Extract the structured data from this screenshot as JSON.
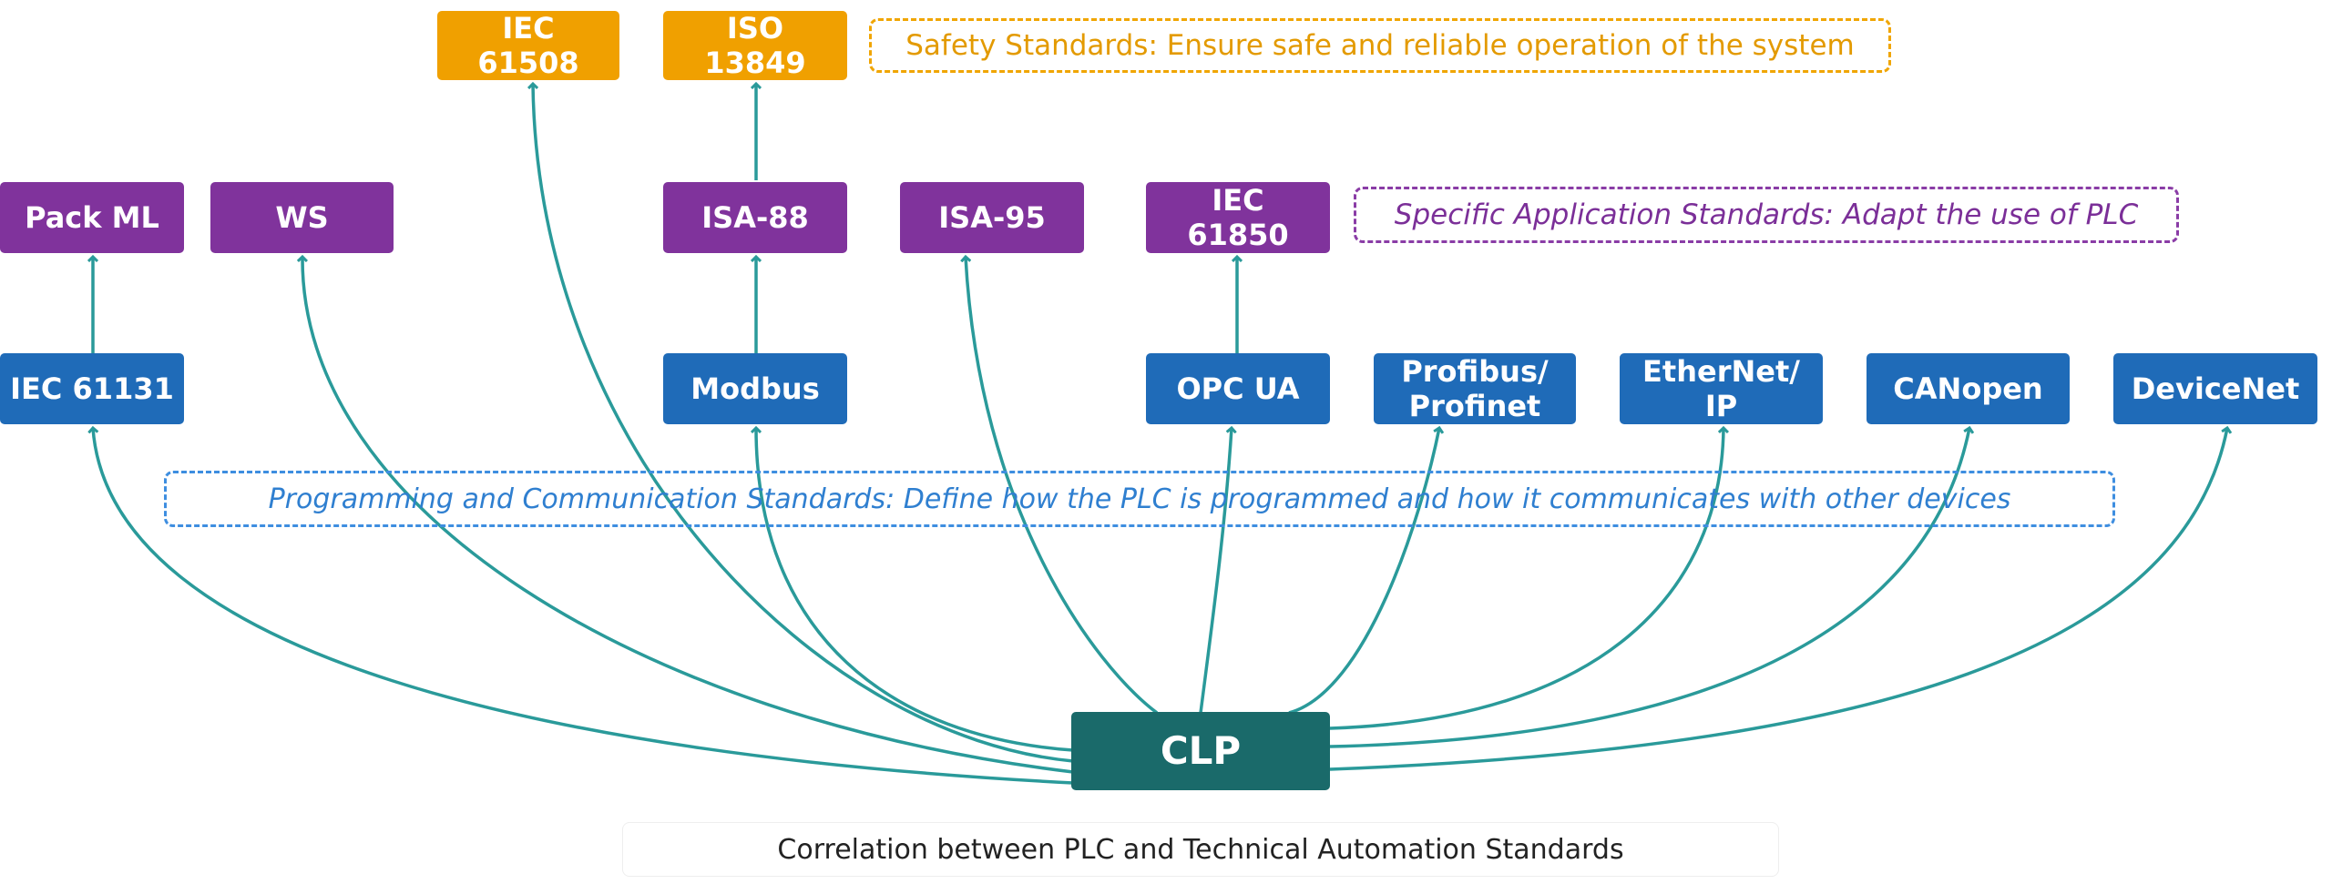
{
  "nodes": {
    "iec61508": "IEC\n61508",
    "iso13849": "ISO\n13849",
    "packml": "Pack ML",
    "ws": "WS",
    "isa88": "ISA-88",
    "isa95": "ISA-95",
    "iec61850": "IEC\n61850",
    "iec61131": "IEC 61131",
    "modbus": "Modbus",
    "opcua": "OPC UA",
    "profibus": "Profibus/\nProfinet",
    "ethernetip": "EtherNet/\nIP",
    "canopen": "CANopen",
    "devicenet": "DeviceNet",
    "clp": "CLP"
  },
  "notes": {
    "safety": "Safety Standards: Ensure safe and reliable operation of the system",
    "application": "Specific Application Standards: Adapt the use of PLC",
    "programming": "Programming and Communication Standards: Define how the PLC is programmed and how it communicates with other devices"
  },
  "caption": "Correlation between PLC and Technical Automation Standards",
  "colors": {
    "communication": "#1f6bb8",
    "application": "#80339c",
    "safety": "#f0a000",
    "plc": "#1a6a6a",
    "edge": "#2a9a9a"
  }
}
